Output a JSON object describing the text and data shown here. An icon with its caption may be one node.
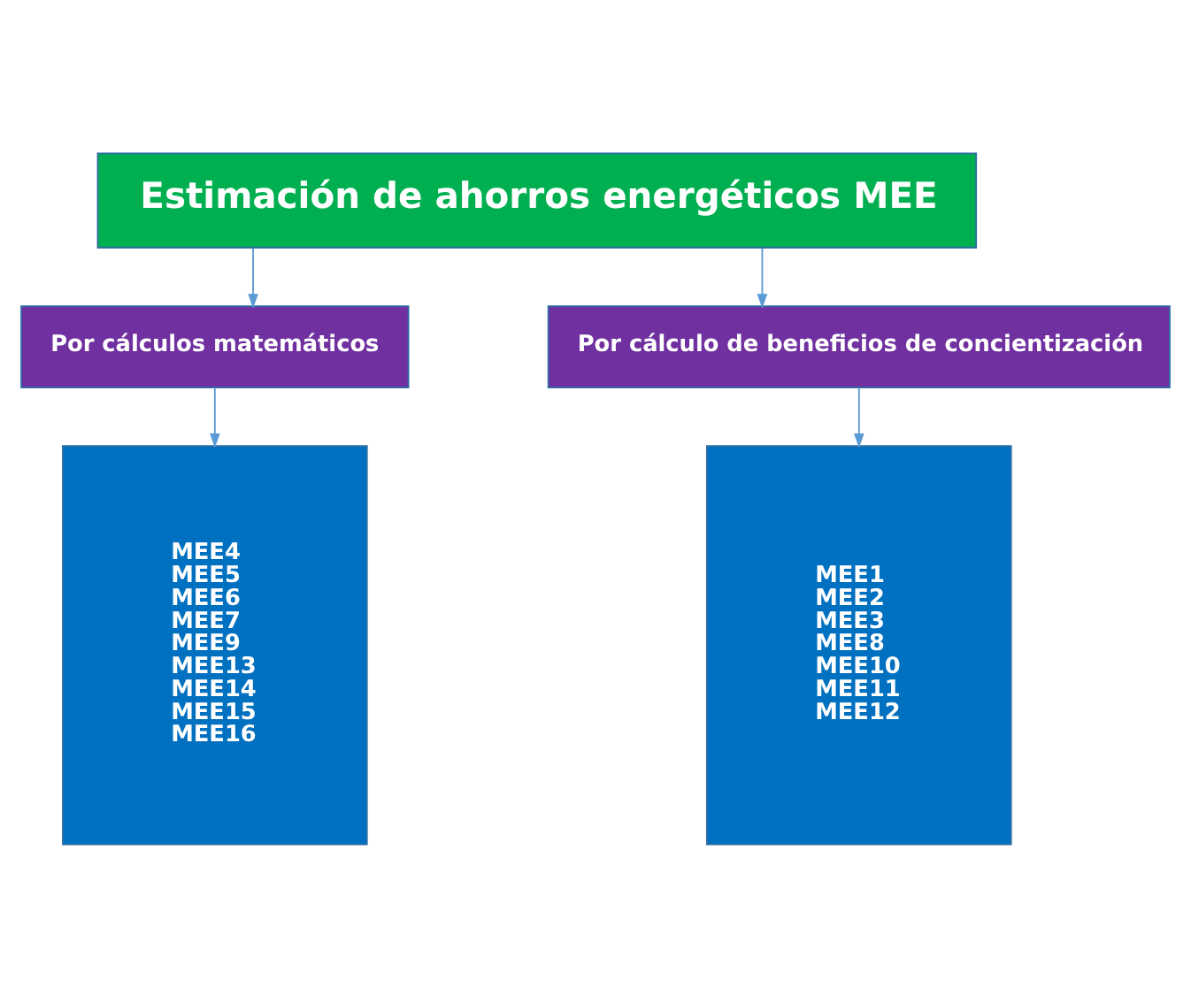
{
  "diagram": {
    "nodes": [
      {
        "text": [
          "Estimación de ahorros energéticos MEE"
        ]
      },
      {
        "text": [
          "Por cálculos matemáticos"
        ]
      },
      {
        "text": [
          "Por cálculo de beneficios de concientización"
        ]
      },
      {
        "text": [
          "MEE4",
          "MEE5",
          "MEE6",
          "MEE7",
          "MEE9",
          "MEE13",
          "MEE14",
          "MEE15",
          "MEE16"
        ]
      },
      {
        "text": [
          "MEE1",
          "MEE2",
          "MEE3",
          "MEE8",
          "MEE10",
          "MEE11",
          "MEE12"
        ]
      }
    ],
    "edges": [
      {
        "from": 0,
        "to": 1,
        "arrow": "to"
      },
      {
        "from": 0,
        "to": 2,
        "arrow": "to"
      },
      {
        "from": 1,
        "to": 3,
        "arrow": "to"
      },
      {
        "from": 2,
        "to": 4,
        "arrow": "to"
      }
    ]
  }
}
